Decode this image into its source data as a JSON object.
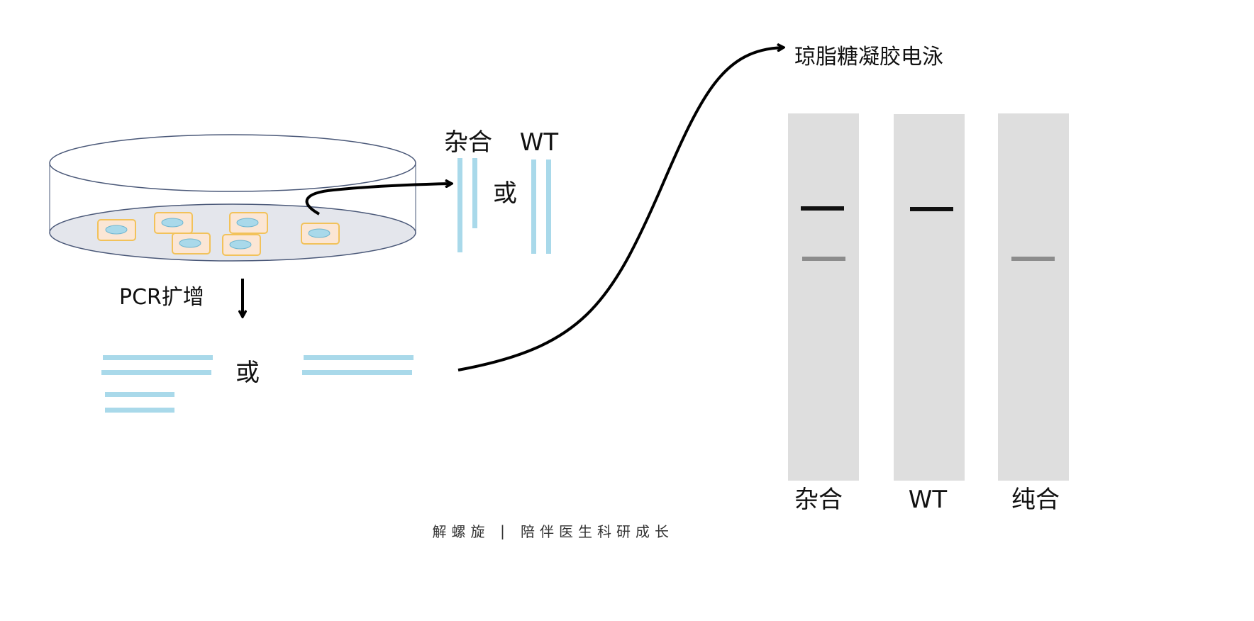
{
  "labels": {
    "heterozygous_top": "杂合",
    "wt_top": "WT",
    "or_top": "或",
    "pcr": "PCR扩增",
    "or_bottom": "或",
    "gel_title": "琼脂糖凝胶电泳"
  },
  "gel": {
    "lanes": [
      {
        "label": "杂合",
        "bands": [
          "dark",
          "light"
        ]
      },
      {
        "label": "WT",
        "bands": [
          "dark"
        ]
      },
      {
        "label": "纯合",
        "bands": [
          "light"
        ]
      }
    ]
  },
  "footer": {
    "left": "解螺旋",
    "separator": "|",
    "right": "陪伴医生科研成长"
  },
  "colors": {
    "dna_strand": "#a9d9ea",
    "cell_fill": "#fbe6d5",
    "cell_border": "#f2c25a",
    "nucleus": "#a9d9ea",
    "dish_base": "#e4e6ec",
    "dish_stroke": "#4a5878",
    "gel_lane": "#dedede",
    "band_dark": "#111111",
    "band_light": "#8c8c8c"
  }
}
